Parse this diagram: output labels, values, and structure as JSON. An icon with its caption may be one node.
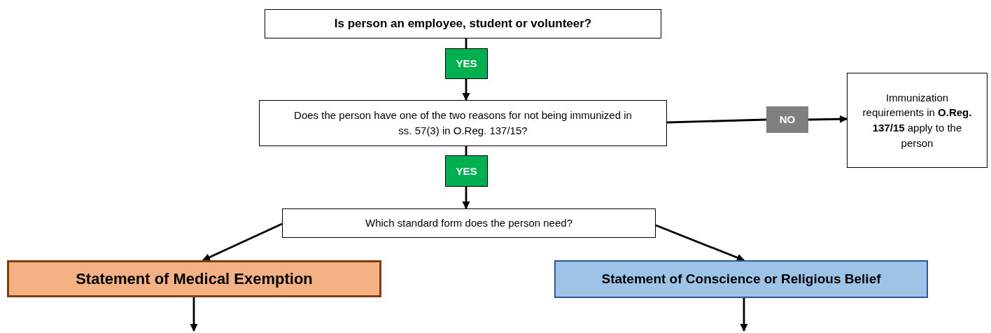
{
  "diagram": {
    "nodes": [
      {
        "text": [
          "Is person an employee, student or volunteer?"
        ]
      },
      {
        "text": [
          "YES"
        ]
      },
      {
        "text": [
          "Does the person have one of the two reasons for not being immunized in ss. 57(3) in O.Reg. 137/15?"
        ]
      },
      {
        "text": [
          "NO"
        ]
      },
      {
        "text": [
          "Immunization requirements in **O.Reg. 137/15** apply to the person"
        ]
      },
      {
        "text": [
          "YES"
        ]
      },
      {
        "text": [
          "Which standard form does the person need?"
        ]
      },
      {
        "text": [
          "Statement of Medical Exemption"
        ]
      },
      {
        "text": [
          "Statement of Conscience or Religious Belief"
        ]
      }
    ],
    "edges": [
      {
        "from": 0,
        "to": 1,
        "arrow": "none"
      },
      {
        "from": 1,
        "to": 2,
        "arrow": "to"
      },
      {
        "from": 2,
        "to": 3,
        "arrow": "none"
      },
      {
        "from": 3,
        "to": 4,
        "arrow": "to"
      },
      {
        "from": 2,
        "to": 5,
        "arrow": "none"
      },
      {
        "from": 5,
        "to": 6,
        "arrow": "to"
      },
      {
        "from": 6,
        "to": 7,
        "arrow": "to"
      },
      {
        "from": 6,
        "to": 8,
        "arrow": "to"
      },
      {
        "from": 7,
        "to": null,
        "arrow": "to"
      },
      {
        "from": 8,
        "to": null,
        "arrow": "to"
      }
    ]
  }
}
